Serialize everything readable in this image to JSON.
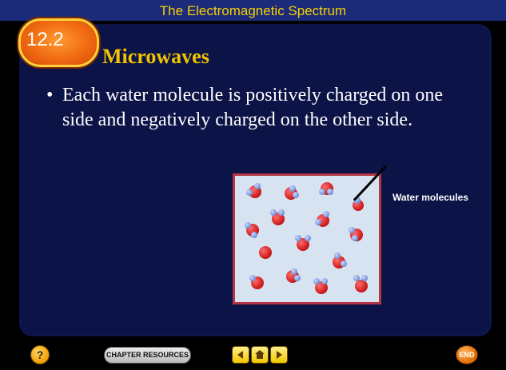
{
  "header": {
    "title": "The Electromagnetic Spectrum"
  },
  "badge": {
    "label": "12.2"
  },
  "slide": {
    "heading": "Microwaves",
    "bullets": [
      "Each water molecule is positively charged on one side and negatively charged on the other side."
    ]
  },
  "figure": {
    "callout": "Water molecules"
  },
  "footer": {
    "help_icon": "question-icon",
    "chapter_resources_label": "CHAPTER RESOURCES",
    "nav_icons": [
      "arrow-left-icon",
      "home-icon",
      "arrow-right-icon"
    ],
    "end_label": "END"
  },
  "colors": {
    "title": "#f5d000",
    "heading": "#f0c400",
    "panel": "#0c1347",
    "figure_border": "#b63545"
  }
}
